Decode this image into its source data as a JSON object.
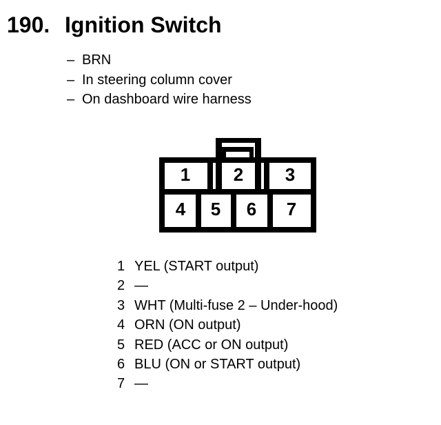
{
  "page": {
    "colors": {
      "ink": "#000000",
      "paper": "#ffffff"
    }
  },
  "header": {
    "number": "190.",
    "title": "Ignition Switch"
  },
  "details": [
    {
      "dash": "–",
      "text": "BRN"
    },
    {
      "dash": "–",
      "text": "In steering column cover"
    },
    {
      "dash": "–",
      "text": "On dashboard wire harness"
    }
  ],
  "connector": {
    "description": "7-cavity connector, front view, latch tab on top",
    "top_row_pins": [
      "1",
      "2",
      "3"
    ],
    "bottom_row_pins": [
      "4",
      "5",
      "6",
      "7"
    ]
  },
  "pinout": [
    {
      "pin": "1",
      "desc": "YEL (START output)"
    },
    {
      "pin": "2",
      "desc": "—"
    },
    {
      "pin": "3",
      "desc": "WHT (Multi-fuse 2 – Under-hood)"
    },
    {
      "pin": "4",
      "desc": "ORN (ON output)"
    },
    {
      "pin": "5",
      "desc": "RED (ACC or ON output)"
    },
    {
      "pin": "6",
      "desc": "BLU (ON or START output)"
    },
    {
      "pin": "7",
      "desc": "—"
    }
  ]
}
